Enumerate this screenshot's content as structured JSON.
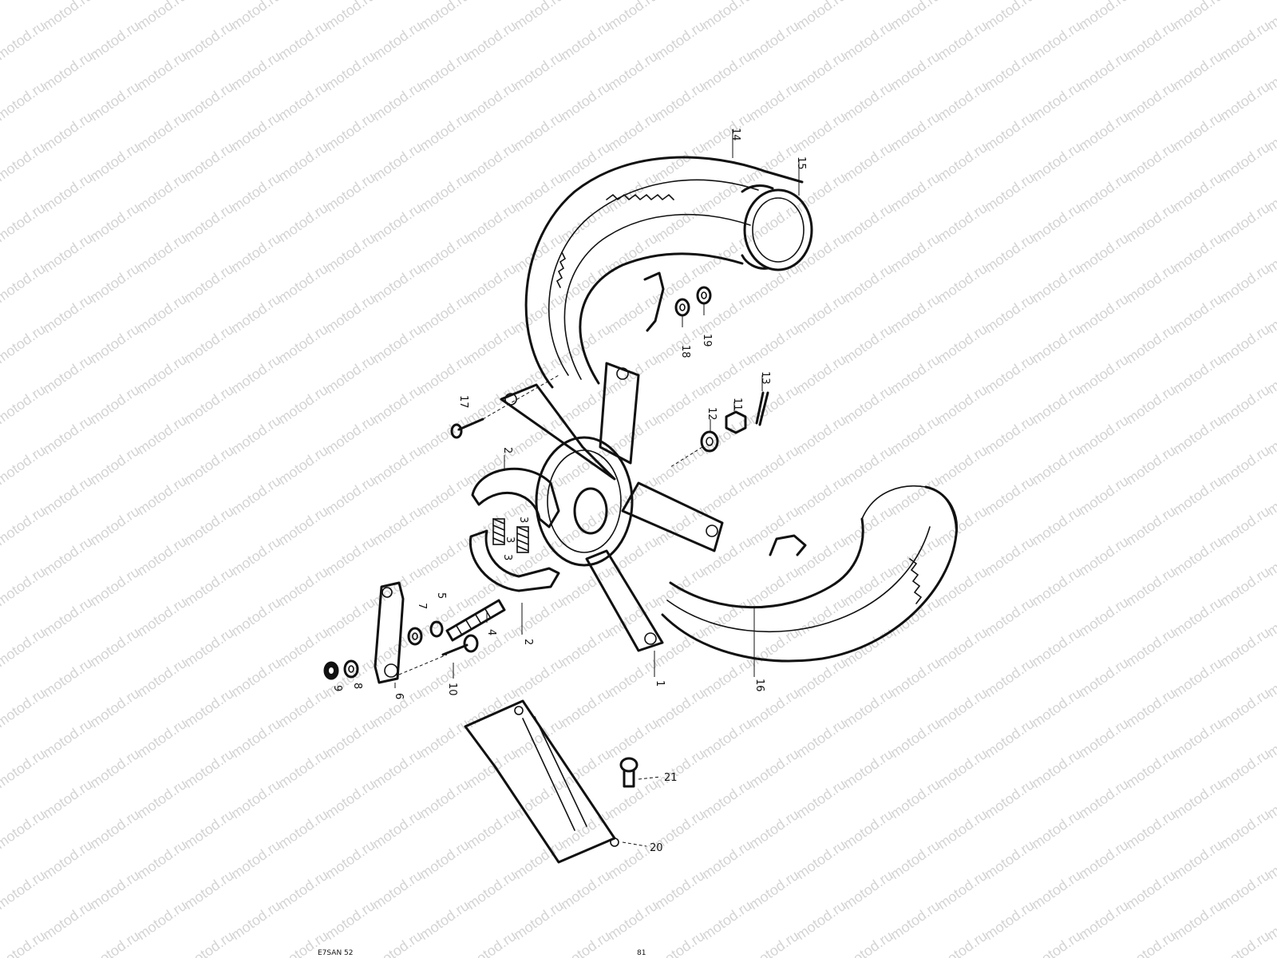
{
  "watermark": "motod.ru",
  "colors": {
    "ink": "#111111",
    "watermark": "#d4d4d4",
    "background": "#ffffff"
  },
  "callouts": [
    {
      "id": "1",
      "label": "1"
    },
    {
      "id": "2a",
      "label": "2"
    },
    {
      "id": "2b",
      "label": "2"
    },
    {
      "id": "3a",
      "label": "3"
    },
    {
      "id": "3b",
      "label": "3"
    },
    {
      "id": "3c",
      "label": "3"
    },
    {
      "id": "4",
      "label": "4"
    },
    {
      "id": "5",
      "label": "5"
    },
    {
      "id": "6",
      "label": "6"
    },
    {
      "id": "7",
      "label": "7"
    },
    {
      "id": "8",
      "label": "8"
    },
    {
      "id": "9",
      "label": "9"
    },
    {
      "id": "10",
      "label": "10"
    },
    {
      "id": "11",
      "label": "11"
    },
    {
      "id": "12",
      "label": "12"
    },
    {
      "id": "13",
      "label": "13"
    },
    {
      "id": "14",
      "label": "14"
    },
    {
      "id": "15",
      "label": "15"
    },
    {
      "id": "16",
      "label": "16"
    },
    {
      "id": "17",
      "label": "17"
    },
    {
      "id": "18",
      "label": "18"
    },
    {
      "id": "19",
      "label": "19"
    },
    {
      "id": "20",
      "label": "20"
    },
    {
      "id": "21",
      "label": "21"
    }
  ],
  "footer": {
    "left": "E7SAN 52",
    "center": "81"
  }
}
